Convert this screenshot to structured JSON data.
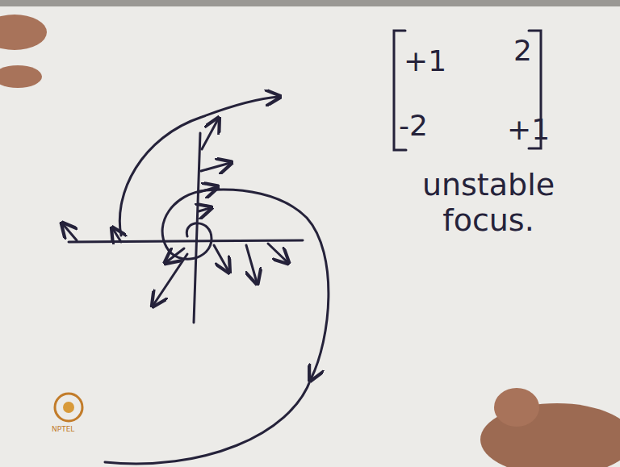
{
  "diagram": {
    "labels": [
      "+1",
      "2",
      "-2",
      "+1",
      "unstable focus.",
      "NPTEL"
    ]
  }
}
